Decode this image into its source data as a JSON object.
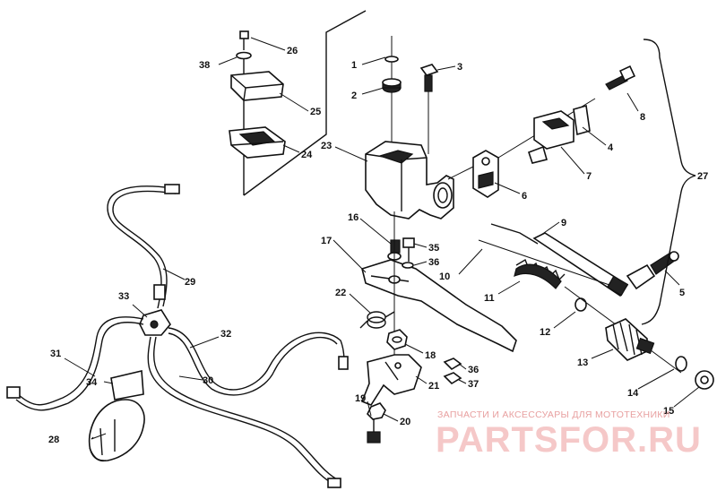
{
  "callouts": [
    {
      "id": "1",
      "text": "1"
    },
    {
      "id": "2",
      "text": "2"
    },
    {
      "id": "3",
      "text": "3"
    },
    {
      "id": "4",
      "text": "4"
    },
    {
      "id": "5",
      "text": "5"
    },
    {
      "id": "6",
      "text": "6"
    },
    {
      "id": "7",
      "text": "7"
    },
    {
      "id": "8",
      "text": "8"
    },
    {
      "id": "9",
      "text": "9"
    },
    {
      "id": "10",
      "text": "10"
    },
    {
      "id": "11",
      "text": "11"
    },
    {
      "id": "12",
      "text": "12"
    },
    {
      "id": "13",
      "text": "13"
    },
    {
      "id": "14",
      "text": "14"
    },
    {
      "id": "15",
      "text": "15"
    },
    {
      "id": "16",
      "text": "16"
    },
    {
      "id": "17",
      "text": "17"
    },
    {
      "id": "18",
      "text": "18"
    },
    {
      "id": "19",
      "text": "19"
    },
    {
      "id": "20",
      "text": "20"
    },
    {
      "id": "21",
      "text": "21"
    },
    {
      "id": "22",
      "text": "22"
    },
    {
      "id": "23",
      "text": "23"
    },
    {
      "id": "24",
      "text": "24"
    },
    {
      "id": "25",
      "text": "25"
    },
    {
      "id": "26",
      "text": "26"
    },
    {
      "id": "27",
      "text": "27"
    },
    {
      "id": "28",
      "text": "28"
    },
    {
      "id": "29",
      "text": "29"
    },
    {
      "id": "30",
      "text": "30"
    },
    {
      "id": "31",
      "text": "31"
    },
    {
      "id": "32",
      "text": "32"
    },
    {
      "id": "33",
      "text": "33"
    },
    {
      "id": "34",
      "text": "34"
    },
    {
      "id": "35",
      "text": "35"
    },
    {
      "id": "36a",
      "text": "36"
    },
    {
      "id": "36b",
      "text": "36"
    },
    {
      "id": "37",
      "text": "37"
    },
    {
      "id": "38",
      "text": "38"
    }
  ],
  "watermark": {
    "caption": "ЗАПЧАСТИ И АКСЕССУАРЫ ДЛЯ МОТОТЕХНИКИ",
    "brand": "PARTSFOR.RU"
  }
}
